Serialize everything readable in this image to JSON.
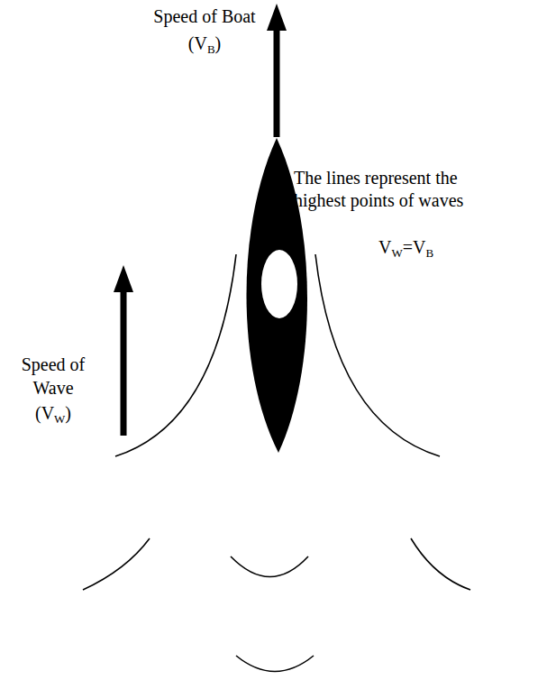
{
  "diagram": {
    "labels": [
      "Speed of Boat",
      "(VB)",
      "The lines represent the highest points of waves",
      "VW=VB",
      "Speed of",
      "Wave",
      "(VW)"
    ]
  }
}
